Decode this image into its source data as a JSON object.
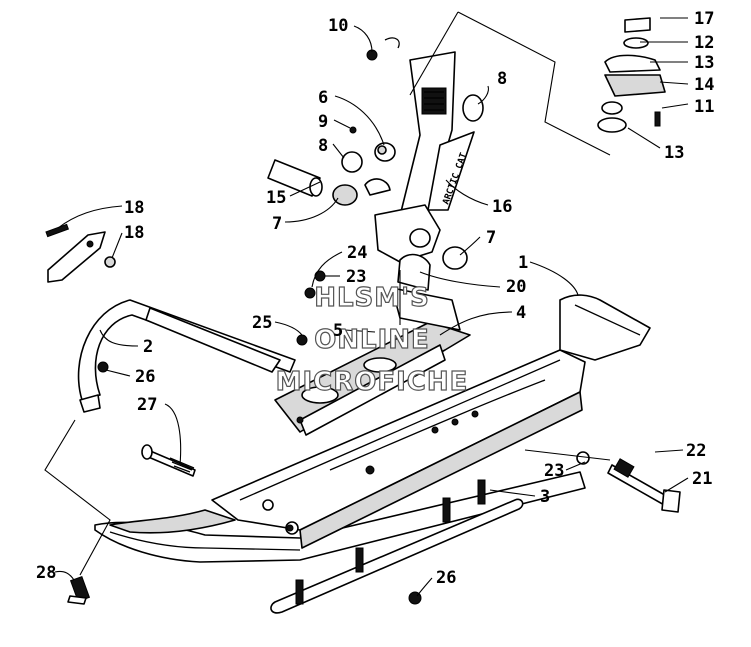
{
  "callouts": [
    {
      "id": "c10",
      "text": "10"
    },
    {
      "id": "c17",
      "text": "17"
    },
    {
      "id": "c12",
      "text": "12"
    },
    {
      "id": "c13a",
      "text": "13"
    },
    {
      "id": "c14",
      "text": "14"
    },
    {
      "id": "c11",
      "text": "11"
    },
    {
      "id": "c13b",
      "text": "13"
    },
    {
      "id": "c8a",
      "text": "8"
    },
    {
      "id": "c6",
      "text": "6"
    },
    {
      "id": "c9",
      "text": "9"
    },
    {
      "id": "c8b",
      "text": "8"
    },
    {
      "id": "c15",
      "text": "15"
    },
    {
      "id": "c16",
      "text": "16"
    },
    {
      "id": "c7a",
      "text": "7"
    },
    {
      "id": "c7b",
      "text": "7"
    },
    {
      "id": "c18a",
      "text": "18"
    },
    {
      "id": "c18b",
      "text": "18"
    },
    {
      "id": "c24",
      "text": "24"
    },
    {
      "id": "c23a",
      "text": "23"
    },
    {
      "id": "c1",
      "text": "1"
    },
    {
      "id": "c20",
      "text": "20"
    },
    {
      "id": "c25",
      "text": "25"
    },
    {
      "id": "c5",
      "text": "5"
    },
    {
      "id": "c4",
      "text": "4"
    },
    {
      "id": "c2",
      "text": "2"
    },
    {
      "id": "c26a",
      "text": "26"
    },
    {
      "id": "c27",
      "text": "27"
    },
    {
      "id": "c22",
      "text": "22"
    },
    {
      "id": "c23b",
      "text": "23"
    },
    {
      "id": "c21",
      "text": "21"
    },
    {
      "id": "c3",
      "text": "3"
    },
    {
      "id": "c28",
      "text": "28"
    },
    {
      "id": "c26b",
      "text": "26"
    }
  ],
  "watermark": {
    "line1": "HLSM'S",
    "line2": "ONLINE",
    "line3": "MICROFICHE"
  },
  "decal_text": "ARCTIC CAT"
}
